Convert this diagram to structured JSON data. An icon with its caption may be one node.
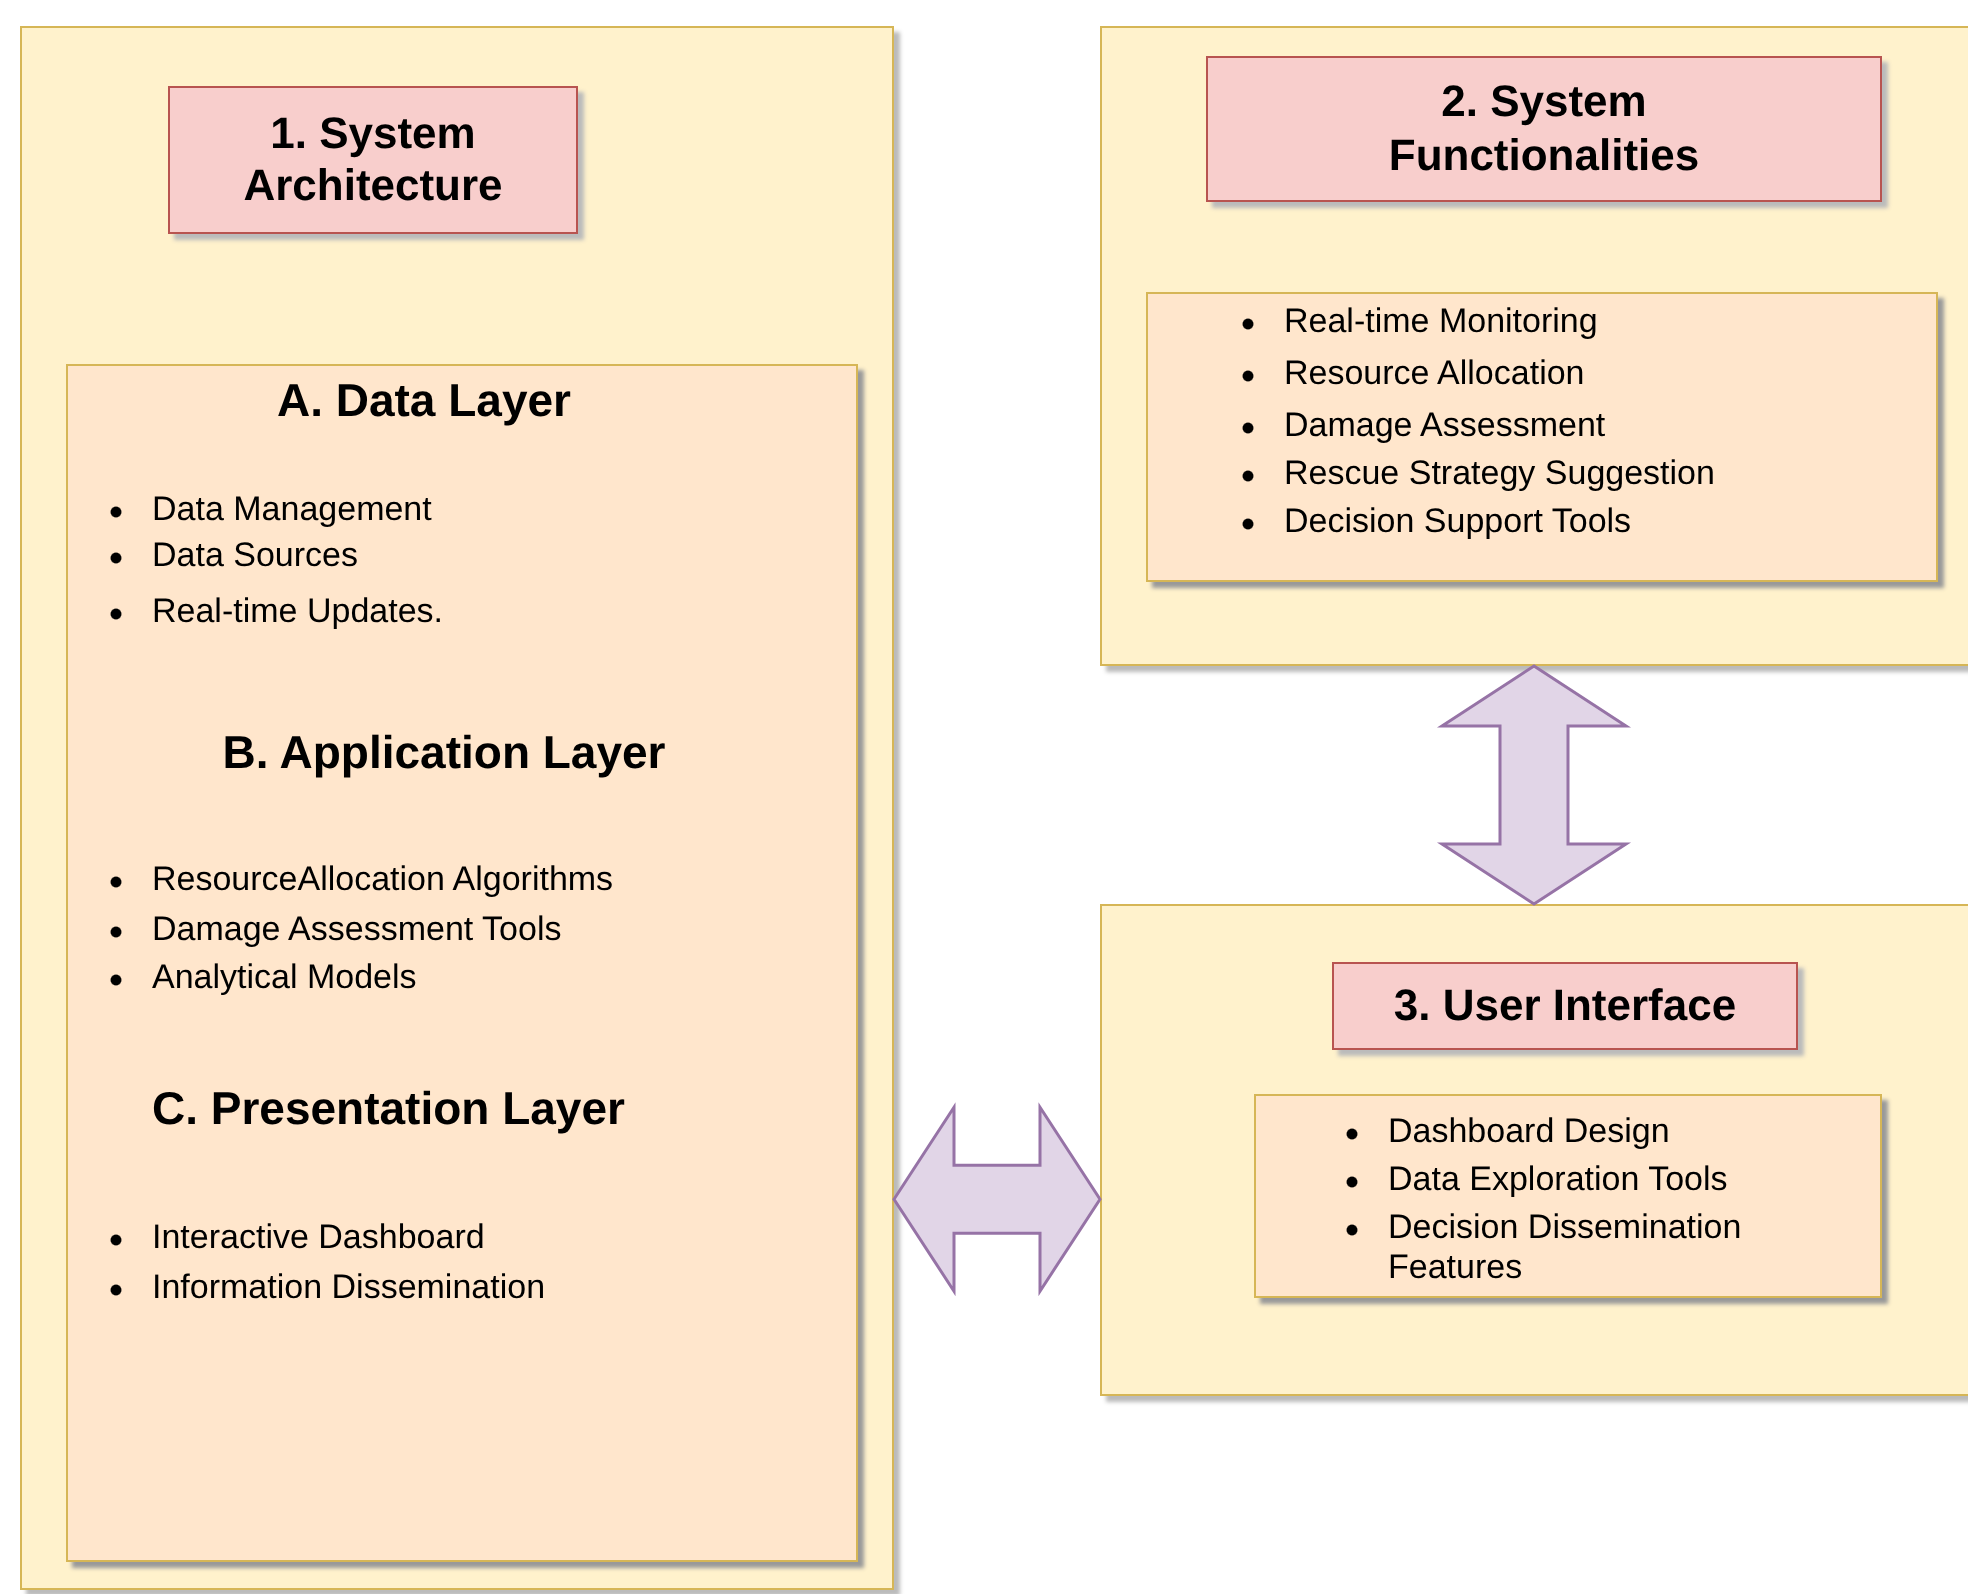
{
  "diagram": {
    "nodes": [
      {
        "text": [],
        "shape": "box"
      },
      {
        "text": [
          "1. System Architecture"
        ],
        "in": 0
      },
      {
        "text": [
          "A. Data Layer",
          "Data Management",
          "Data Sources",
          "Real-time Updates.",
          "B. Application Layer",
          "ResourceAllocation Algorithms",
          "Damage Assessment Tools",
          "Analytical Models",
          "C. Presentation Layer",
          "Interactive Dashboard",
          "Information Dissemination"
        ],
        "in": 0
      },
      {
        "text": [],
        "shape": "box"
      },
      {
        "text": [
          "2. System Functionalities"
        ],
        "in": 3
      },
      {
        "text": [
          "Real-time Monitoring",
          "Resource Allocation",
          "Damage Assessment",
          "Rescue Strategy Suggestion",
          "Decision Support Tools"
        ],
        "in": 3
      },
      {
        "text": [],
        "shape": "box"
      },
      {
        "text": [
          "3. User Interface"
        ],
        "in": 6
      },
      {
        "text": [
          "Dashboard Design",
          "Data Exploration Tools",
          "Decision Dissemination Features"
        ],
        "in": 6
      }
    ],
    "edges": [
      {
        "from": 3,
        "to": 6,
        "arrow": "both",
        "style": "thick"
      },
      {
        "from": 0,
        "to": 6,
        "arrow": "both",
        "style": "thick"
      }
    ]
  }
}
